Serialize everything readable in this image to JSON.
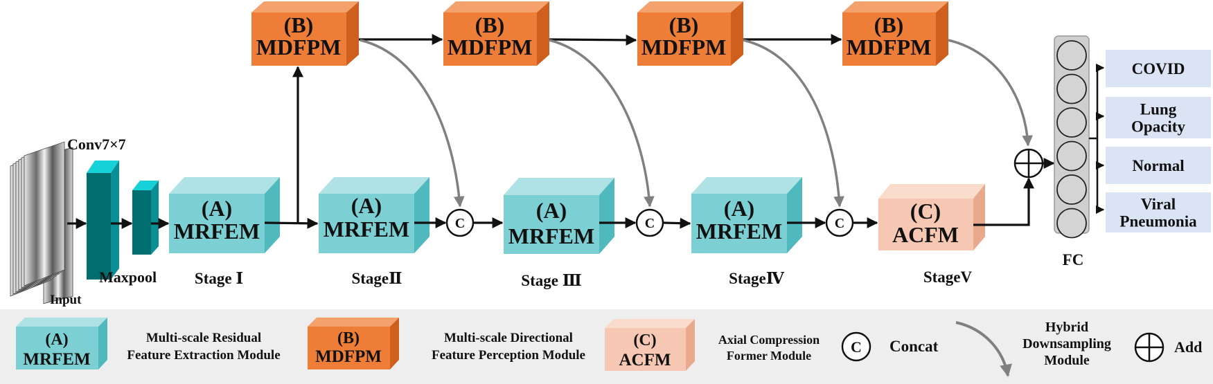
{
  "colors": {
    "mrfem_front": "#7ccfd3",
    "mrfem_top": "#aee2e5",
    "mrfem_side": "#4fb9be",
    "mdfpm_front": "#ee7d37",
    "mdfpm_top": "#f4a16c",
    "mdfpm_side": "#cf5f1d",
    "acfm_front": "#f6c8b4",
    "acfm_top": "#fadccd",
    "acfm_side": "#e8a98d",
    "conv_front": "#006d6f",
    "conv_top": "#16d2d8",
    "conv_side": "#0c8f94",
    "legend_bg": "#eeeeee",
    "fc_bg": "#cfcfcf",
    "fc_node": "#d4d4d4",
    "class_bg": "#dae4f5",
    "arrow": "#111111",
    "curve_arrow": "#808080"
  },
  "labels": {
    "conv": "Conv7×7",
    "maxpool": "Maxpool",
    "input": "Input",
    "fc": "FC"
  },
  "stages": [
    "Stage Ⅰ",
    "StageⅡ",
    "Stage Ⅲ",
    "StageⅣ",
    "StageV"
  ],
  "modules": {
    "a_letter": "(A)",
    "a_name": "MRFEM",
    "b_letter": "(B)",
    "b_name": "MDFPM",
    "c_letter": "(C)",
    "c_name": "ACFM"
  },
  "concat_symbol": "C",
  "classes": [
    {
      "lines": [
        "COVID"
      ]
    },
    {
      "lines": [
        "Lung",
        "Opacity"
      ]
    },
    {
      "lines": [
        "Normal"
      ]
    },
    {
      "lines": [
        "Viral",
        "Pneumonia"
      ]
    }
  ],
  "legend": {
    "a_desc": [
      "Multi-scale Residual",
      "Feature Extraction Module"
    ],
    "b_desc": [
      "Multi-scale Directional",
      "Feature Perception Module"
    ],
    "c_desc": [
      "Axial Compression",
      "Former Module"
    ],
    "concat": "Concat",
    "hybrid": [
      "Hybrid",
      "Downsampling",
      "Module"
    ],
    "add": "Add"
  }
}
